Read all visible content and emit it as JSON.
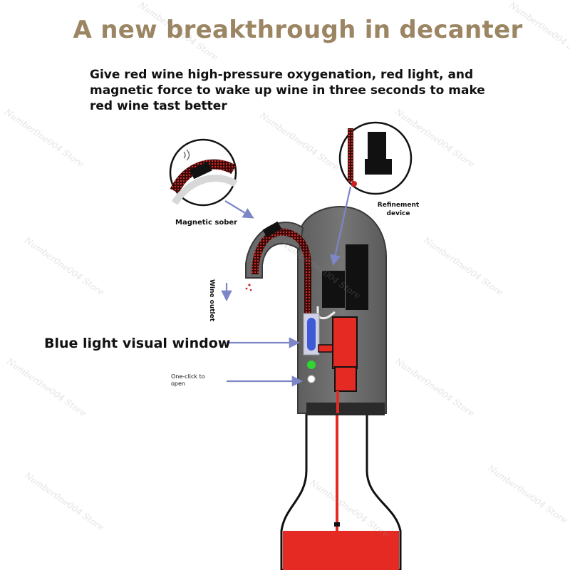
{
  "title": "A new breakthrough in decanter",
  "subtitle": "Give red wine high-pressure oxygenation, red light, and magnetic force to wake up wine in three seconds to make red wine tast better",
  "labels": {
    "magnetic": "Magnetic sober",
    "refinement": "Refinement device",
    "wine_outlet": "Wine outlet",
    "blue_window": "Blue light visual window",
    "one_click": "One-click to open"
  },
  "watermark": "Number0ne004 Store",
  "colors": {
    "title": "#9b8563",
    "body": "#6f6f6f",
    "wine": "#e52a24",
    "blue_window": "#3f5ad6",
    "green_led": "#2ed82e",
    "arrow": "#7d86c6"
  }
}
